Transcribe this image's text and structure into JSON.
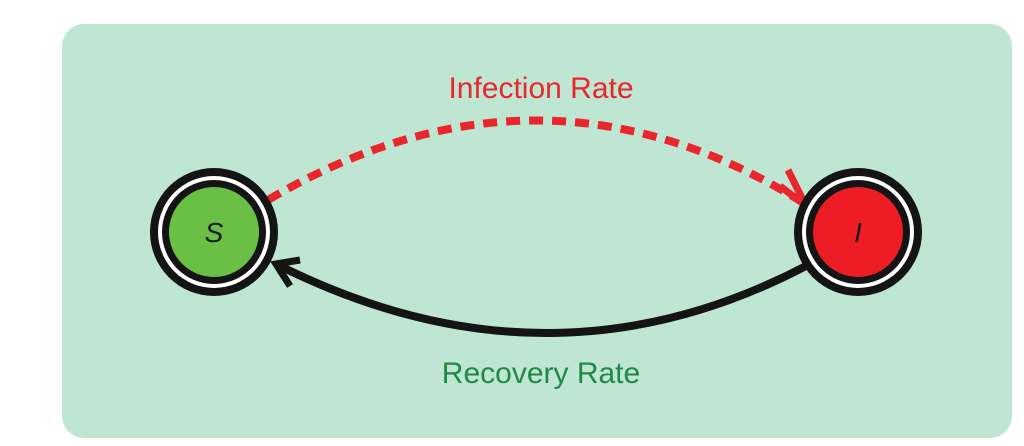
{
  "colors": {
    "panel_background": "#bfe5d3",
    "susceptible_fill": "#6abf45",
    "infected_fill": "#ee1c24",
    "node_ring": "#141414",
    "infection_arrow": "#e8262b",
    "recovery_arrow": "#141414",
    "infection_label": "#e8262b",
    "recovery_label": "#1e8a45"
  },
  "icons": {
    "infection_arrowhead": "arrowhead-icon",
    "recovery_arrowhead": "arrowhead-icon"
  },
  "nodes": {
    "susceptible": {
      "label": "S"
    },
    "infected": {
      "label": "I"
    }
  },
  "edges": {
    "infection": {
      "label": "Infection Rate",
      "style": "dashed"
    },
    "recovery": {
      "label": "Recovery Rate",
      "style": "solid"
    }
  }
}
